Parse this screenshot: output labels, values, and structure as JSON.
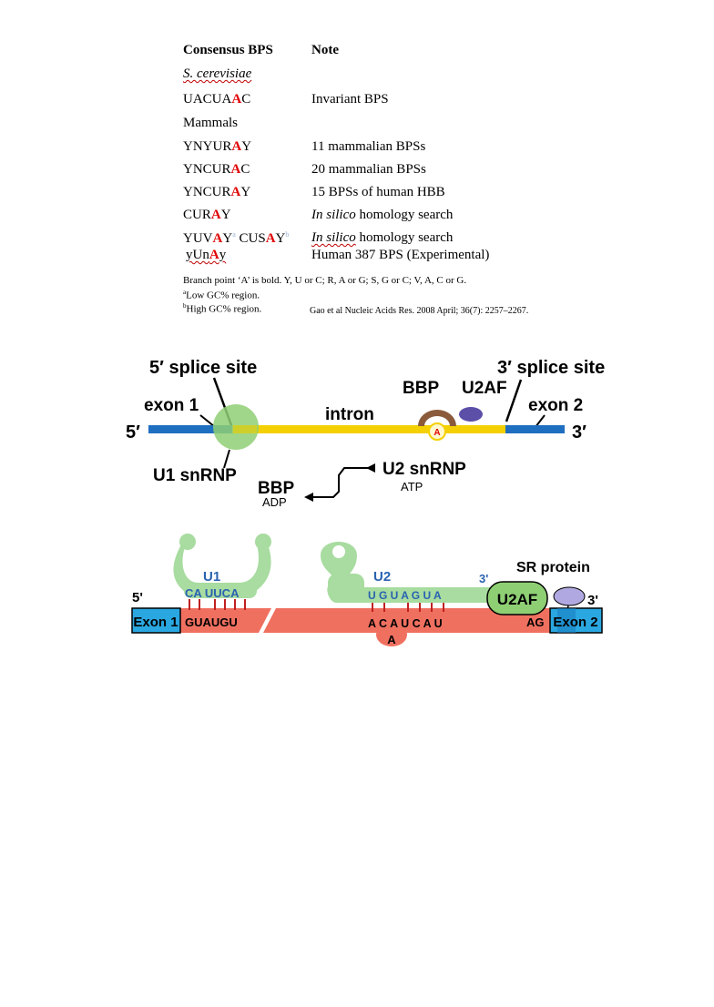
{
  "table": {
    "headers": {
      "bps": "Consensus BPS",
      "note": "Note"
    },
    "rows": [
      {
        "kind": "section",
        "label": "S. cerevisiae",
        "italic": true
      },
      {
        "kind": "seq",
        "seq_parts": [
          "UACUA",
          "A",
          "C"
        ],
        "note_parts": [
          "Invariant  BPS"
        ]
      },
      {
        "kind": "section",
        "label": "Mammals"
      },
      {
        "kind": "seq",
        "seq_parts": [
          "YNYUR",
          "A",
          "Y"
        ],
        "note_parts": [
          "11 mammalian  BPSs"
        ]
      },
      {
        "kind": "seq",
        "seq_parts": [
          "YNCUR",
          "A",
          "C"
        ],
        "note_parts": [
          "20 mammalian  BPSs"
        ]
      },
      {
        "kind": "seq",
        "seq_parts": [
          "YNCUR",
          "A",
          "Y"
        ],
        "note_parts": [
          "15 BPSs of human  HBB"
        ]
      },
      {
        "kind": "seq",
        "seq_parts": [
          "CUR",
          "A",
          "Y"
        ],
        "note_parts": [
          "In silico",
          "  homology  search"
        ]
      },
      {
        "kind": "seq2",
        "seq_parts": [
          "YUV",
          "A",
          "Y",
          "a",
          "  CUS",
          "A",
          "Y",
          "b"
        ],
        "note_parts": [
          "In silico",
          "  homology  search"
        ]
      },
      {
        "kind": "seq",
        "seq_parts": [
          "yUn",
          "A",
          "y"
        ],
        "note_parts": [
          "Human   387 BPS (Experimental)"
        ]
      }
    ],
    "footnotes": [
      "Branch point  ‘A’ is bold.  Y, U or C; R, A or G; S, G or C; V, A, C or G.",
      "Low GC% region.",
      "High GC% region."
    ],
    "footnote_marks": [
      "a",
      "b"
    ],
    "citation": "Gao et al Nucleic Acids Res. 2008 April; 36(7):  2257–2267."
  },
  "diagram1": {
    "five_splice": "5′ splice site",
    "three_splice": "3′ splice site",
    "exon1": "exon 1",
    "exon2": "exon 2",
    "five_prime": "5′",
    "three_prime": "3′",
    "intron": "intron",
    "bbp": "BBP",
    "u2af": "U2AF",
    "branch_a": "A",
    "u1_snrnp": "U1 snRNP",
    "bbp_out": "BBP",
    "adp": "ADP",
    "u2_snrnp": "U2 snRNP",
    "atp": "ATP"
  },
  "diagram2": {
    "u1": "U1",
    "u1_seq": "CA UUCA",
    "u2": "U2",
    "u2_seq": "U G U A G U A",
    "u2_3": "3'",
    "sr_protein": "SR protein",
    "five": "5'",
    "three": "3'",
    "exon1": "Exon 1",
    "gu_seq": "GUAUGU",
    "acaucau": "A C A U C A U",
    "bulge_a": "A",
    "ag": "AG",
    "exon2": "Exon 2",
    "u2af": "U2AF"
  },
  "colors": {
    "exon_blue": "#1f6fc0",
    "intron_yellow": "#f5d000",
    "u1_green": "#8fcf74",
    "snrna_green": "#a8dca0",
    "rna_salmon": "#f07060",
    "exon_box_blue": "#2aa7e0",
    "branch_red": "#e00000",
    "bbp_brown": "#8a5a3a",
    "u2af_purple": "#5b4fa8",
    "label_blue": "#2a62b0"
  }
}
